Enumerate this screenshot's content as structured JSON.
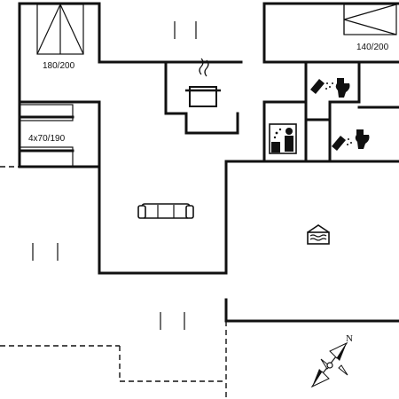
{
  "plan": {
    "bed_size_master": "180/200",
    "bed_size_guest": "140/200",
    "bunk_beds_label": "4x70/190",
    "compass_north": "N"
  },
  "icons": {
    "kitchen": "cooking-pot-icon",
    "living": "sofa-icon",
    "utility": "washing-machine-icon",
    "bath_1": "shower-toilet-icon",
    "bath_2": "shower-toilet-icon",
    "pool": "indoor-pool-icon",
    "compass": "compass-rose-icon"
  },
  "colors": {
    "line": "#111111",
    "background": "#ffffff"
  }
}
